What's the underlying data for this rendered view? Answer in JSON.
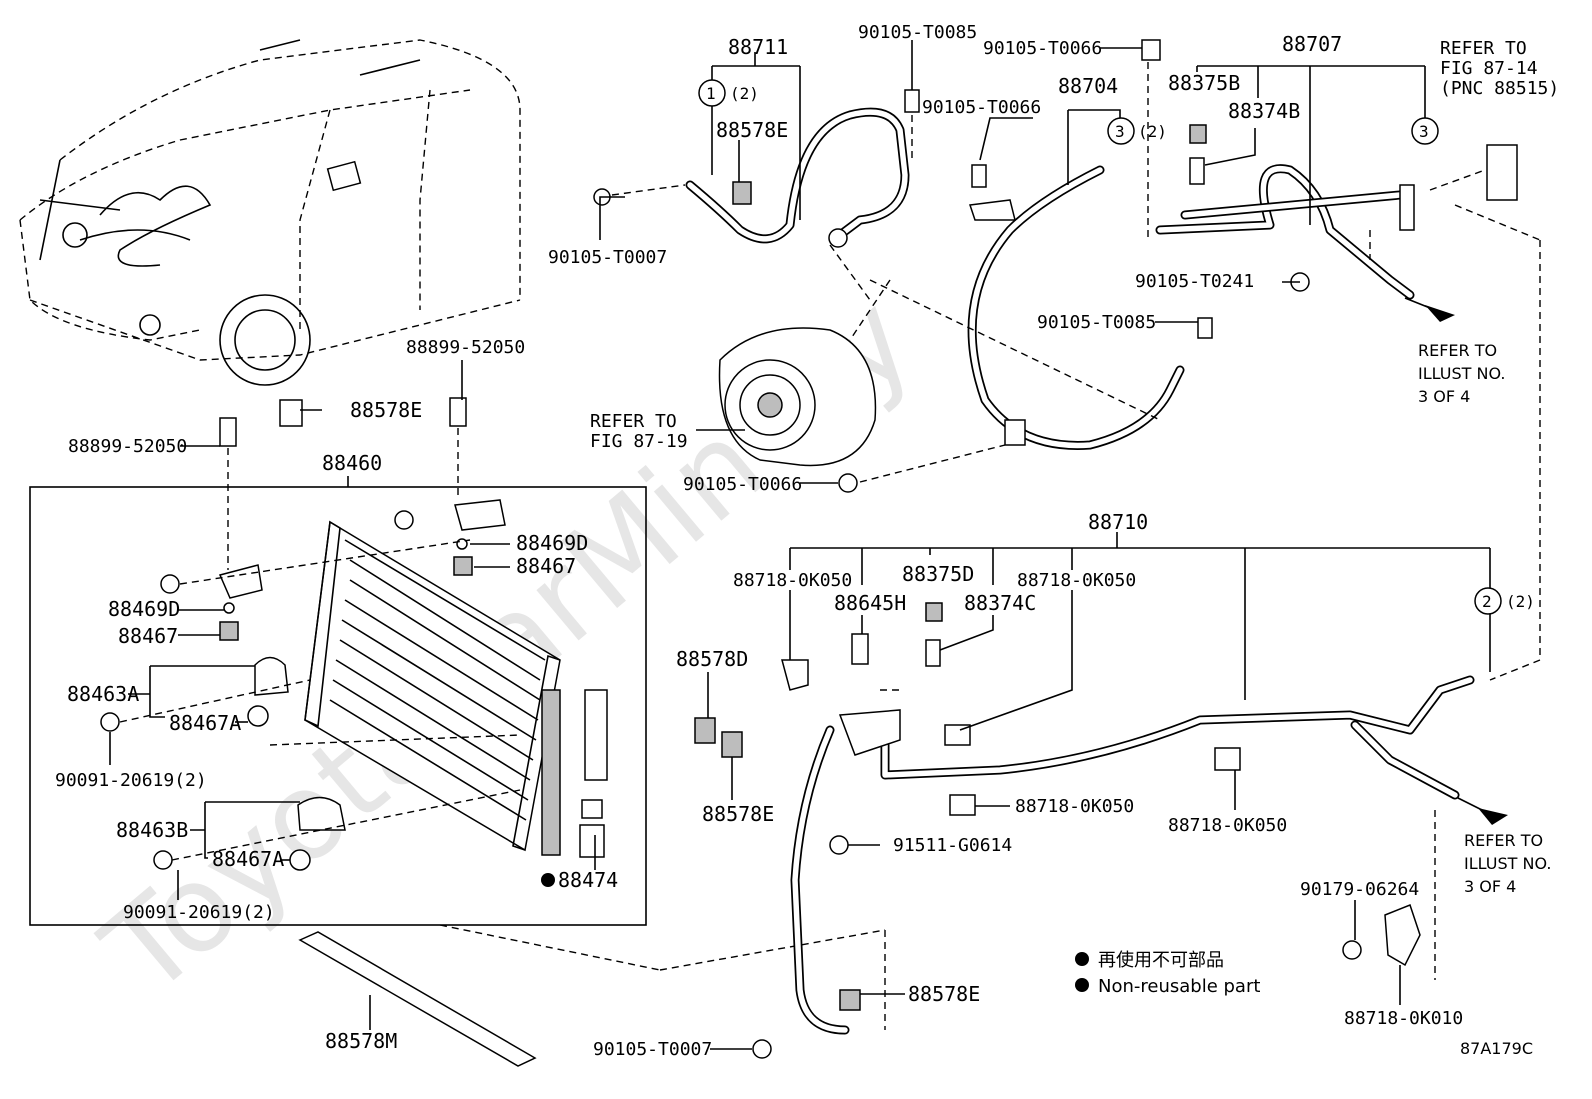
{
  "watermark": "ToyotaCarMinery",
  "figure_code": "87A179C",
  "legend": {
    "line1": "再使用不可部品",
    "line2": "Non-reusable part"
  },
  "callouts": {
    "c1": "1",
    "c1q": "(2)",
    "c2": "2",
    "c2q": "(2)",
    "c3a": "3",
    "c3aq": "(2)",
    "c3b": "3"
  },
  "labels": {
    "p88711": "88711",
    "p88578E_top": "88578E",
    "p90105T0007_top": "90105-T0007",
    "p90105T0085_top": "90105-T0085",
    "p90105T0066_top": "90105-T0066",
    "p90105T0066_mid": "90105-T0066",
    "p88704": "88704",
    "p88707": "88707",
    "p88375B": "88375B",
    "p88374B": "88374B",
    "refer_fig8714_1": "REFER TO",
    "refer_fig8714_2": "FIG 87-14",
    "refer_fig8714_3": "(PNC 88515)",
    "p90105T0241": "90105-T0241",
    "p90105T0085_right": "90105-T0085",
    "refer_ill_a1": "REFER TO",
    "refer_ill_a2": "ILLUST NO.",
    "refer_ill_a3": "3 OF 4",
    "refer_fig8719_1": "REFER TO",
    "refer_fig8719_2": "FIG 87-19",
    "p90105T0066_bot": "90105-T0066",
    "p88899_52050_top": "88899-52050",
    "p88578E_car": "88578E",
    "p88899_52050_left": "88899-52050",
    "p88460": "88460",
    "p88469D_right": "88469D",
    "p88467_right": "88467",
    "p88469D_left": "88469D",
    "p88467_left": "88467",
    "p88463A": "88463A",
    "p88467A_top": "88467A",
    "p90091_20619_a": "90091-20619(2)",
    "p88463B": "88463B",
    "p88467A_bot": "88467A",
    "p90091_20619_b": "90091-20619(2)",
    "p88474": "88474",
    "p88578M": "88578M",
    "p88710": "88710",
    "p88718_0K050_a": "88718-0K050",
    "p88375D": "88375D",
    "p88718_0K050_b": "88718-0K050",
    "p88645H": "88645H",
    "p88374C": "88374C",
    "p88578D": "88578D",
    "p88578E_mid": "88578E",
    "p88718_0K050_c": "88718-0K050",
    "p88718_0K050_d": "88718-0K050",
    "p91511G0614": "91511-G0614",
    "refer_ill_b1": "REFER TO",
    "refer_ill_b2": "ILLUST NO.",
    "refer_ill_b3": "3 OF 4",
    "p90179_06264": "90179-06264",
    "p88718_0K010": "88718-0K010",
    "p88578E_bot": "88578E",
    "p90105T0007_bot": "90105-T0007"
  }
}
